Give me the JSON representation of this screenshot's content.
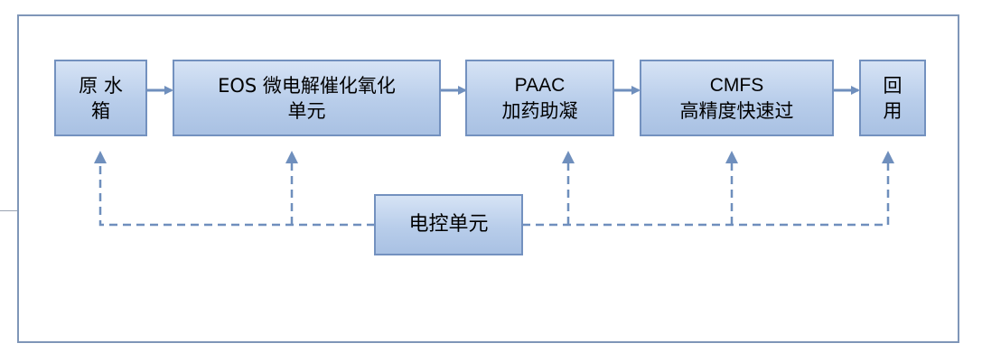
{
  "diagram": {
    "nodes": [
      {
        "id": "raw-water-tank",
        "lines": [
          "原 水",
          "箱"
        ]
      },
      {
        "id": "eos-unit",
        "lines": [
          "EOS 微电解催化氧化",
          "单元"
        ]
      },
      {
        "id": "paac-unit",
        "lines": [
          "PAAC",
          "加药助凝"
        ]
      },
      {
        "id": "cmfs-unit",
        "lines": [
          "CMFS",
          "高精度快速过"
        ]
      },
      {
        "id": "reuse-unit",
        "lines": [
          "回",
          "用"
        ]
      },
      {
        "id": "control-unit",
        "lines": [
          "电控单元"
        ]
      }
    ],
    "flow": [
      "raw-water-tank",
      "eos-unit",
      "paac-unit",
      "cmfs-unit",
      "reuse-unit"
    ],
    "control_links": {
      "from": "control-unit",
      "to": [
        "raw-water-tank",
        "eos-unit",
        "paac-unit",
        "cmfs-unit",
        "reuse-unit"
      ],
      "style": "dashed"
    },
    "colors": {
      "frame": "#7f96b8",
      "box_border": "#7391bf",
      "box_fill_top": "#d6e3f5",
      "box_fill_bottom": "#a9c1e3",
      "arrow": "#6f8fbd"
    }
  }
}
